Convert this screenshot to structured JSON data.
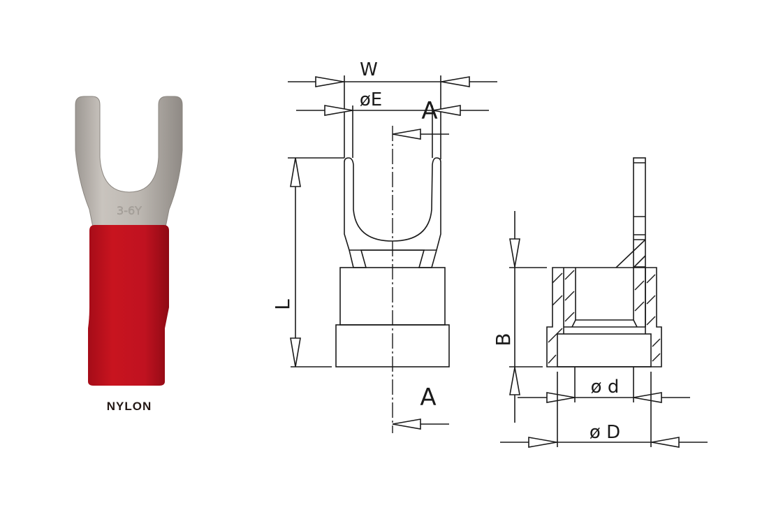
{
  "product_photo": {
    "caption": "NYLON",
    "stamp_text": "3-6Y",
    "insulation_color": "#c4111f",
    "metal_color": "#bdb8b2"
  },
  "front_view": {
    "labels": {
      "width": "W",
      "stud_hole": "øE",
      "length": "L",
      "section_top": "A",
      "section_bottom": "A"
    }
  },
  "section_view": {
    "labels": {
      "height": "B",
      "inner_diameter": "ø d",
      "outer_diameter": "ø D"
    }
  },
  "colors": {
    "line": "#1a1a1a",
    "background": "#ffffff"
  }
}
